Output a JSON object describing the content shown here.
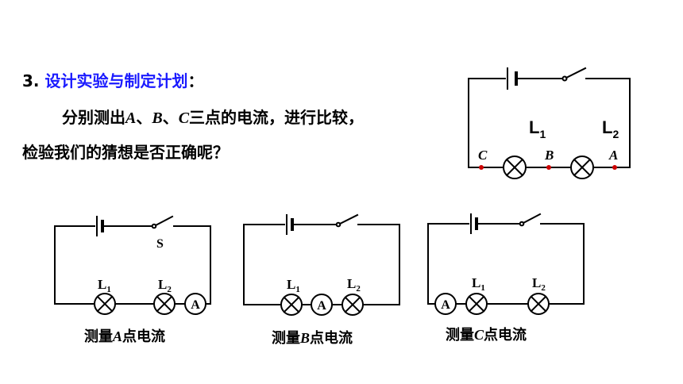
{
  "heading": {
    "number": "3.",
    "title": "设计实验与制定计划",
    "colon": "："
  },
  "paragraph": {
    "line1_a": "分别测出",
    "point_a": "A",
    "sep1": "、",
    "point_b": "B",
    "sep2": "、",
    "point_c": "C",
    "line1_b": "三点的电流，进行比较，",
    "line2": "检验我们的猜想是否正确呢？"
  },
  "main_circuit": {
    "lamp1": "L",
    "lamp1_sub": "1",
    "lamp2": "L",
    "lamp2_sub": "2",
    "point_c": "C",
    "point_b": "B",
    "point_a": "A",
    "point_color": "#cc0000"
  },
  "circuits": [
    {
      "switch_label": "S",
      "lamp1": "L",
      "lamp1_sub": "1",
      "lamp2": "L",
      "lamp2_sub": "2",
      "ammeter": "A",
      "caption_a": "测量",
      "caption_point": "A",
      "caption_b": "点电流"
    },
    {
      "lamp1": "L",
      "lamp1_sub": "1",
      "lamp2": "L",
      "lamp2_sub": "2",
      "ammeter": "A",
      "caption_a": "测量",
      "caption_point": "B",
      "caption_b": "点电流"
    },
    {
      "lamp1": "L",
      "lamp1_sub": "1",
      "lamp2": "L",
      "lamp2_sub": "2",
      "ammeter": "A",
      "caption_a": "测量",
      "caption_point": "C",
      "caption_b": "点电流"
    }
  ]
}
